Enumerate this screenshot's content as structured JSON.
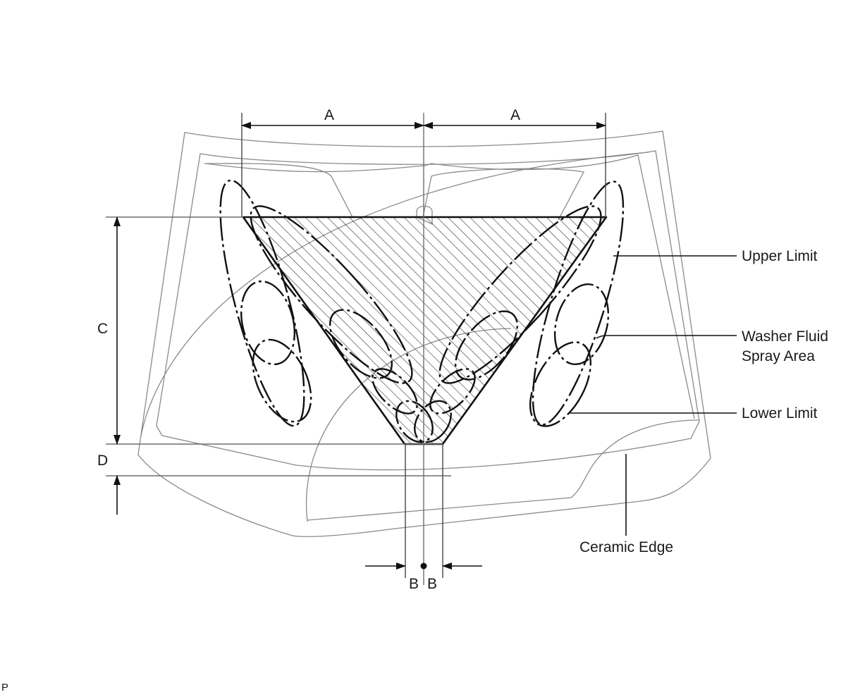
{
  "labels": {
    "dim_a_left": "A",
    "dim_a_right": "A",
    "dim_b_left": "B",
    "dim_b_right": "B",
    "dim_c": "C",
    "dim_d": "D",
    "upper_limit": "Upper Limit",
    "washer_line1": "Washer Fluid",
    "washer_line2": "Spray Area",
    "lower_limit": "Lower Limit",
    "ceramic_edge": "Ceramic Edge",
    "corner_code": "P"
  }
}
